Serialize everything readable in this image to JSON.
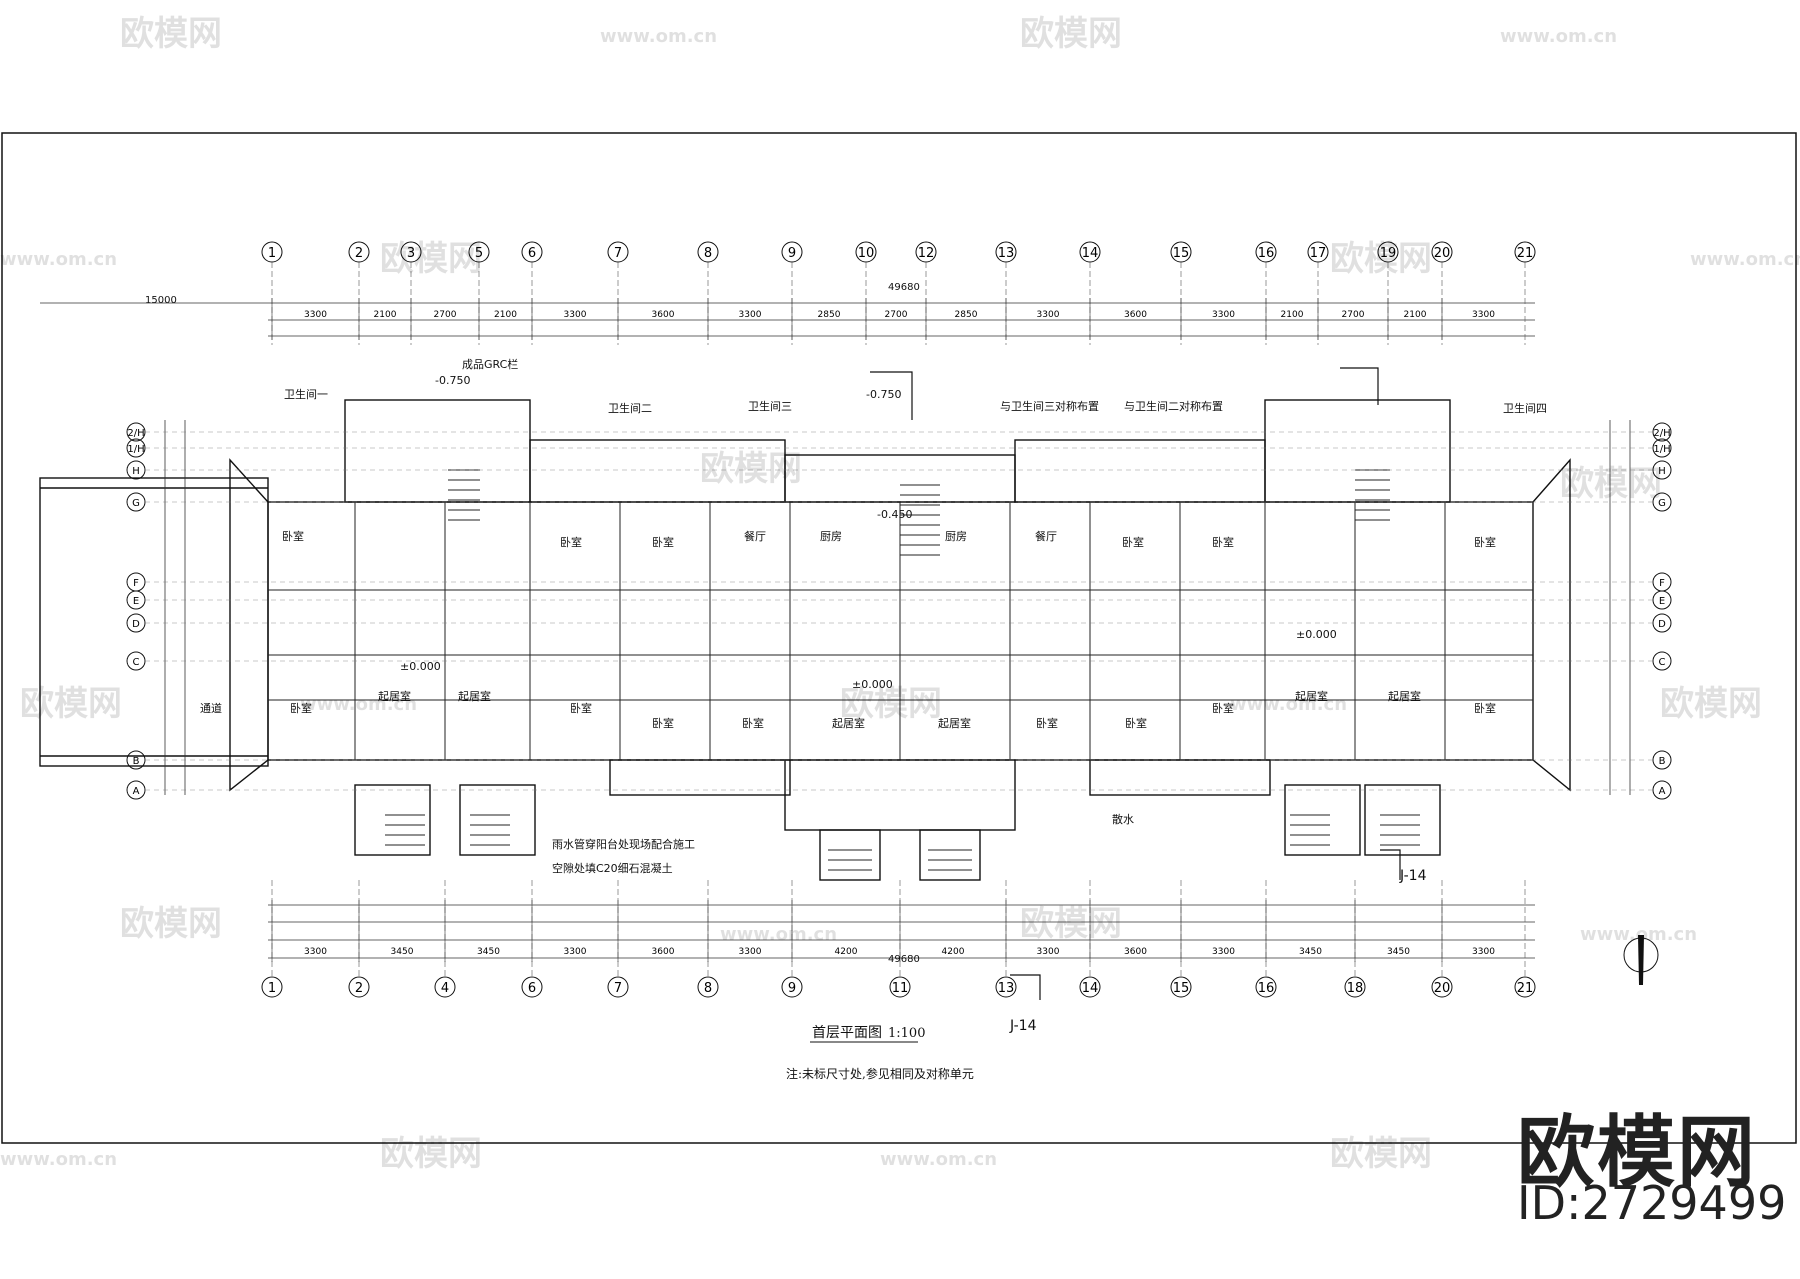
{
  "watermark": {
    "brand": "欧模网",
    "site": "www.om.cn",
    "site_short": "om.cn",
    "id": "ID:2729499"
  },
  "drawing": {
    "title": "首层平面图",
    "scale": "1:100",
    "note": "注:未标尺寸处,参见相同及对称单元",
    "total_dim": "49680",
    "left_dim": "15000",
    "section_mark": "J-14"
  },
  "axes_top": [
    "1",
    "2",
    "3",
    "5",
    "6",
    "7",
    "8",
    "9",
    "10",
    "12",
    "13",
    "14",
    "15",
    "16",
    "17",
    "19",
    "20",
    "21"
  ],
  "axes_bottom": [
    "1",
    "2",
    "4",
    "6",
    "7",
    "8",
    "9",
    "11",
    "13",
    "14",
    "15",
    "16",
    "18",
    "20",
    "21"
  ],
  "axes_side": [
    "2/H",
    "1/H",
    "H",
    "G",
    "F",
    "E",
    "D",
    "C",
    "B",
    "A"
  ],
  "dims_top_row": [
    "3300",
    "2100",
    "2700",
    "2100",
    "3300",
    "3600",
    "3300",
    "2850",
    "2700",
    "2850",
    "3300",
    "3600",
    "3300",
    "2100",
    "2700",
    "2100",
    "3300"
  ],
  "dims_bottom_row": [
    "3300",
    "3450",
    "3450",
    "3300",
    "3600",
    "3300",
    "4200",
    "4200",
    "3300",
    "3600",
    "3300",
    "3450",
    "3450",
    "3300"
  ],
  "room_labels": {
    "bedroom": "卧室",
    "living": "起居室",
    "kitchen": "厨房",
    "dining": "餐厅",
    "bath1": "卫生间一",
    "bath2": "卫生间二",
    "bath3": "卫生间三",
    "bath4": "卫生间四",
    "hall": "通道",
    "grc": "成品GRC栏",
    "sym3": "与卫生间三对称布置",
    "sym2": "与卫生间二对称布置",
    "rain": "雨水管穿阳台处现场配合施工",
    "fill": "空隙处填C20细石混凝土",
    "drain": "散水"
  },
  "levels": [
    "-0.750",
    "±0.000",
    "-0.450"
  ]
}
